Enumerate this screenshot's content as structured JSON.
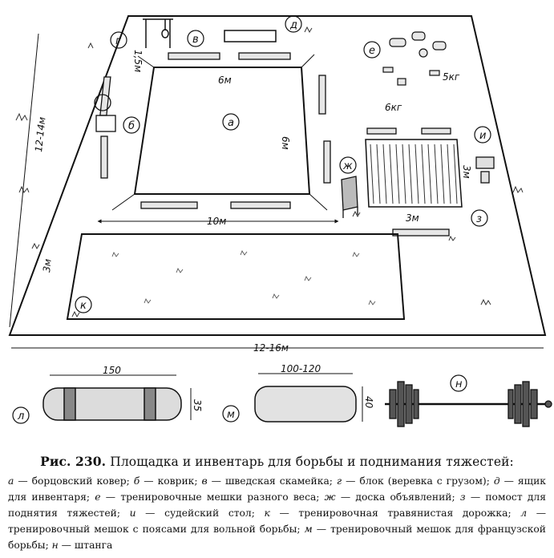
{
  "figure": {
    "labels": {
      "a": "а",
      "b": "б",
      "v": "в",
      "g": "г",
      "d": "д",
      "e": "е",
      "zh": "ж",
      "z": "з",
      "i": "и",
      "k": "к",
      "l": "л",
      "m": "м",
      "n": "н"
    },
    "dims": {
      "mat_width": "6м",
      "mat_height": "6м",
      "block_height": "1,5м",
      "platform_side": "10м",
      "field_depth": "12-14м",
      "field_width": "12-16м",
      "track_depth": "3м",
      "weight_width": "3м",
      "weight_depth": "3м",
      "bags_label": "6кг",
      "weights_label": "5кг",
      "bag_l_length": "150",
      "bag_l_height": "35",
      "bag_m_length": "100-120",
      "bag_m_height": "40"
    }
  },
  "caption": {
    "prefix": "Рис. 230.",
    "title": "Площадка и инвентарь для борьбы и поднимания тяжестей:",
    "legend": [
      {
        "key": "а",
        "text": " — борцовский ковер; "
      },
      {
        "key": "б",
        "text": " — коврик; "
      },
      {
        "key": "в",
        "text": " — шведская скамейка; "
      },
      {
        "key": "г",
        "text": " — блок (веревка с грузом); "
      },
      {
        "key": "д",
        "text": " — ящик для инвентаря; "
      },
      {
        "key": "е",
        "text": " — тренировочные мешки разного веса; "
      },
      {
        "key": "ж",
        "text": " — доска объявлений; "
      },
      {
        "key": "з",
        "text": " — помост для поднятия тяжестей; "
      },
      {
        "key": "и",
        "text": " — судейский стол; "
      },
      {
        "key": "к",
        "text": " — тренировочная травянистая дорожка; "
      },
      {
        "key": "л",
        "text": " — тренировочный мешок с поясами для вольной борьбы; "
      },
      {
        "key": "м",
        "text": " — тренировочный мешок для французской борьбы; "
      },
      {
        "key": "н",
        "text": " — штанга"
      }
    ]
  }
}
